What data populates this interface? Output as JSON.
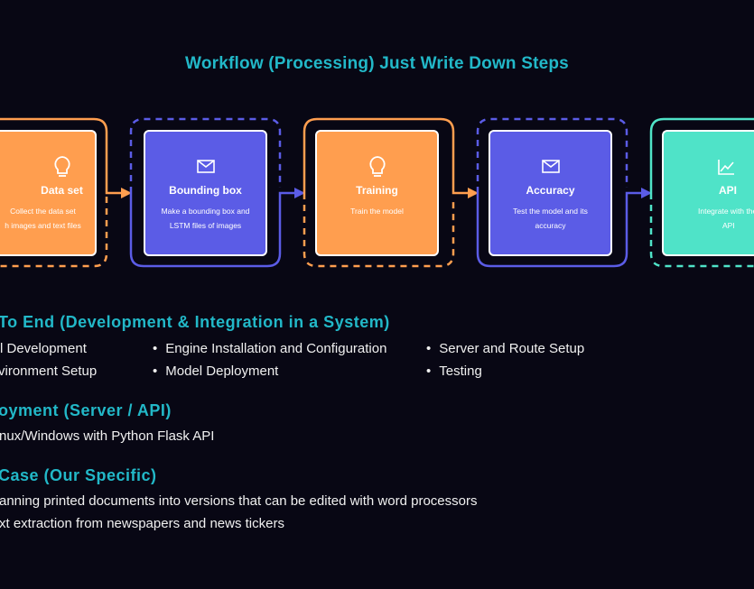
{
  "title": "Workflow (Processing) Just Write Down Steps",
  "colors": {
    "orange": "#ff9e4f",
    "purple": "#5b5ce6",
    "teal": "#4fe3c8",
    "heading": "#22b8c8",
    "background": "#080714"
  },
  "steps": [
    {
      "title": "Data set",
      "desc1": "Collect the data set",
      "desc2": "h images and text files",
      "icon": "lightbulb-icon",
      "color": "orange"
    },
    {
      "title": "Bounding box",
      "desc1": "Make a bounding box and",
      "desc2": "LSTM files of images",
      "icon": "envelope-icon",
      "color": "purple"
    },
    {
      "title": "Training",
      "desc1": "Train the model",
      "desc2": "",
      "icon": "lightbulb-icon",
      "color": "orange"
    },
    {
      "title": "Accuracy",
      "desc1": "Test the model and its",
      "desc2": "accuracy",
      "icon": "envelope-icon",
      "color": "purple"
    },
    {
      "title": "API",
      "desc1": "Integrate with the",
      "desc2": "API",
      "icon": "chart-icon",
      "color": "teal"
    }
  ],
  "section1": {
    "heading": "To End (Development & Integration in a System)",
    "col1": [
      "l Development",
      "vironment Setup"
    ],
    "col2": [
      "Engine Installation and Configuration",
      "Model Deployment"
    ],
    "col3": [
      "Server and Route Setup",
      "Testing"
    ]
  },
  "section2": {
    "heading": "oyment (Server / API)",
    "line": "nux/Windows with Python Flask API"
  },
  "section3": {
    "heading": "Case (Our Specific)",
    "lines": [
      "anning printed documents into versions that can be edited with word processors",
      "xt extraction from newspapers and news tickers"
    ]
  }
}
